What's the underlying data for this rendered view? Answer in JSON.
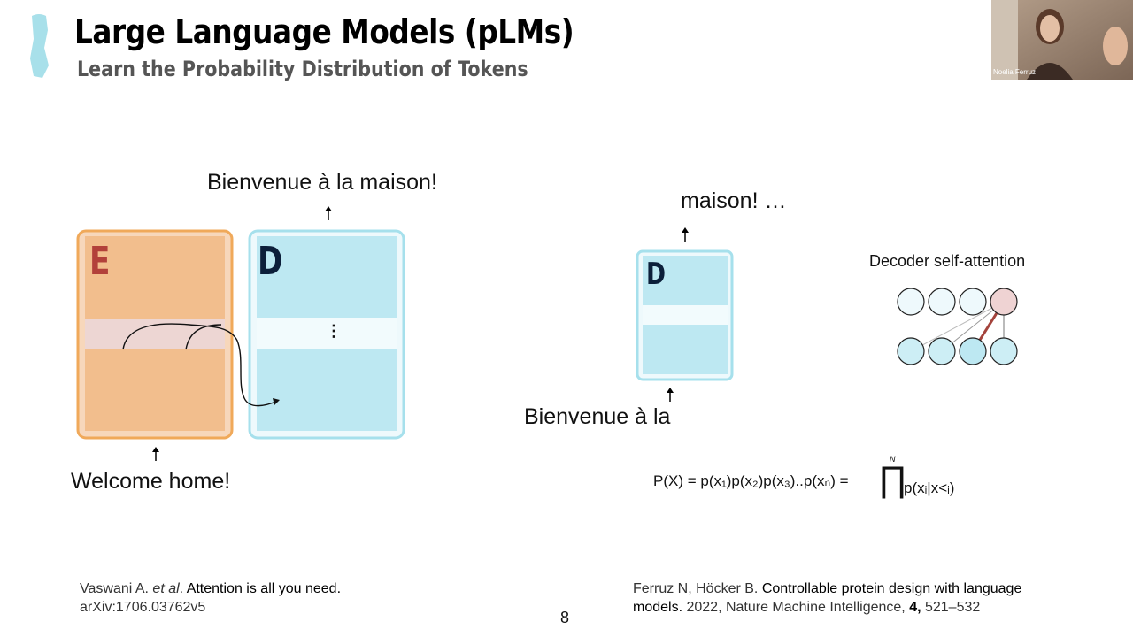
{
  "slide": {
    "title": "Large Language Models (pLMs)",
    "subtitle": "Learn the Probability Distribution of Tokens",
    "page_number": "8"
  },
  "left_diagram": {
    "output_text": "Bienvenue à la maison!",
    "input_text": "Welcome home!",
    "encoder_letter": "E",
    "decoder_letter": "D",
    "ellipsis": "⋮"
  },
  "right_diagram": {
    "output_text": "maison! …",
    "input_text": "Bienvenue à la",
    "decoder_letter": "D",
    "attention_title": "Decoder self-attention"
  },
  "formula": {
    "lhs": "P(X) = p(x₁)p(x₂)p(x₃)..p(xₙ) =",
    "product_symbol": "∏",
    "upper_limit": "N",
    "term": "p(xᵢ|x<ᵢ)"
  },
  "references": {
    "left_authors": "Vaswani A. ",
    "left_etal": "et al",
    "left_dot": ". ",
    "left_title": "Attention is all you need.",
    "left_id": "arXiv:1706.03762v5",
    "right_authors": "Ferruz N, Höcker B. ",
    "right_title_1": "Controllable protein design with language",
    "right_title_2": "models.",
    "right_journal": " 2022, Nature Machine Intelligence, ",
    "right_volume": "4,",
    "right_pages": " 521–532"
  },
  "video": {
    "participant_name": "Noelia Ferruz"
  },
  "colors": {
    "encoder_border": "#f0a95a",
    "encoder_fill": "#f2be8d",
    "encoder_band": "#edd6d3",
    "encoder_letter": "#b2413a",
    "decoder_border": "#a6e0ec",
    "decoder_fill": "#bde8f2",
    "decoder_band": "#f2fbfd",
    "decoder_letter": "#0c1f3a",
    "node_top": "#eef9fc",
    "node_highlight": "#efd3d3",
    "node_bottom": "#cdeef5",
    "attention_line": "#a4433c"
  }
}
